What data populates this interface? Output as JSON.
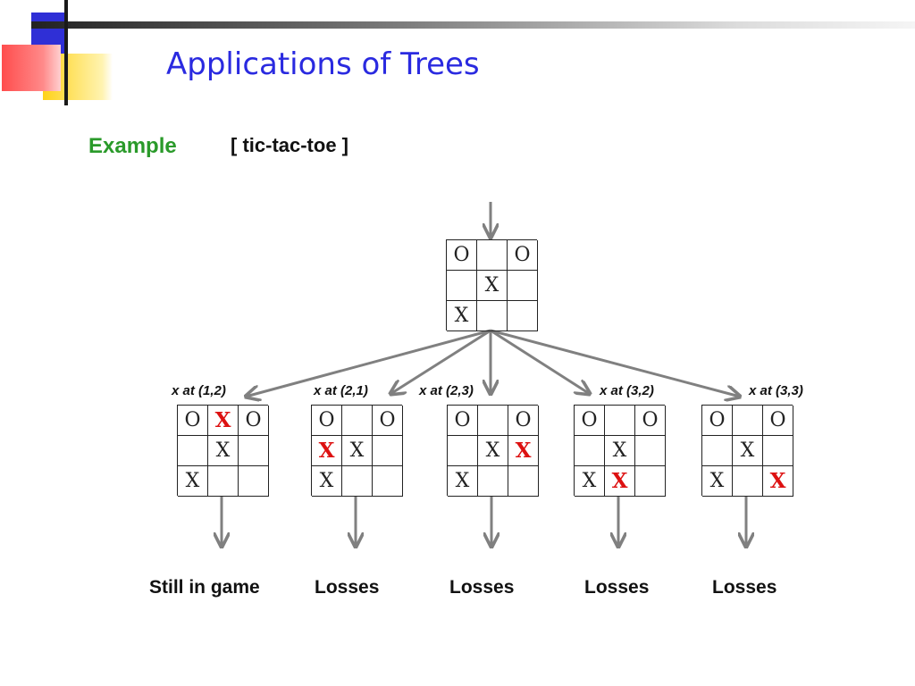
{
  "slide": {
    "title": "Applications of Trees",
    "example_label": "Example",
    "example_topic": "[ tic-tac-toe ]"
  },
  "colors": {
    "title": "#2a2ae0",
    "example": "#2a9a2a",
    "new_move": "#d11111",
    "arrow": "#808080"
  },
  "root": {
    "cells": [
      "O",
      "",
      "O",
      "",
      "X",
      "",
      "X",
      "",
      ""
    ]
  },
  "children": [
    {
      "label": "x at (1,2)",
      "cells": [
        "O",
        "X",
        "O",
        "",
        "X",
        "",
        "X",
        "",
        ""
      ],
      "new_index": 1,
      "outcome": "Still in game"
    },
    {
      "label": "x at (2,1)",
      "cells": [
        "O",
        "",
        "O",
        "X",
        "X",
        "",
        "X",
        "",
        ""
      ],
      "new_index": 3,
      "outcome": "Losses"
    },
    {
      "label": "x at (2,3)",
      "cells": [
        "O",
        "",
        "O",
        "",
        "X",
        "X",
        "X",
        "",
        ""
      ],
      "new_index": 5,
      "outcome": "Losses"
    },
    {
      "label": "x at (3,2)",
      "cells": [
        "O",
        "",
        "O",
        "",
        "X",
        "",
        "X",
        "X",
        ""
      ],
      "new_index": 7,
      "outcome": "Losses"
    },
    {
      "label": "x at (3,3)",
      "cells": [
        "O",
        "",
        "O",
        "",
        "X",
        "",
        "X",
        "",
        "X"
      ],
      "new_index": 8,
      "outcome": "Losses"
    }
  ]
}
